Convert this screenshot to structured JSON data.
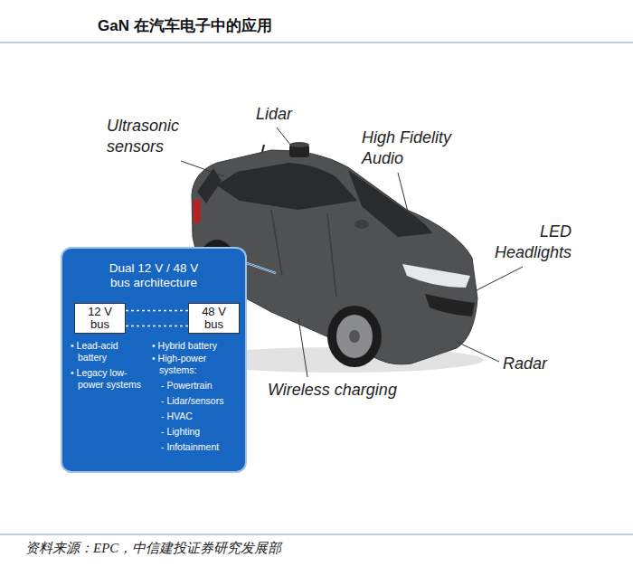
{
  "diagram": {
    "title": "GaN 在汽车电子中的应用",
    "caption": "资料来源：EPC，中信建投证券研究发展部",
    "nodes": [
      {
        "text": [
          "Dual 12 V / 48 V bus architecture"
        ]
      },
      {
        "text": [
          "12 V bus"
        ],
        "in": 0
      },
      {
        "text": [
          "48 V bus"
        ],
        "in": 0
      }
    ],
    "edges": [
      {
        "from": 1,
        "to": 2,
        "arrow": "none"
      },
      {
        "from": 1,
        "to": 2,
        "arrow": "none"
      }
    ],
    "labels": [
      "Ultrasonic sensors",
      "Lidar",
      "High Fidelity Audio",
      "LED Headlights",
      "Radar",
      "Wireless charging",
      "• Lead-acid battery",
      "• Legacy low-power systems",
      "• Hybrid battery",
      "• High-power systems:",
      "- Powertrain",
      "- Lidar/sensors",
      "- HVAC",
      "- Lighting",
      "- Infotainment"
    ]
  }
}
